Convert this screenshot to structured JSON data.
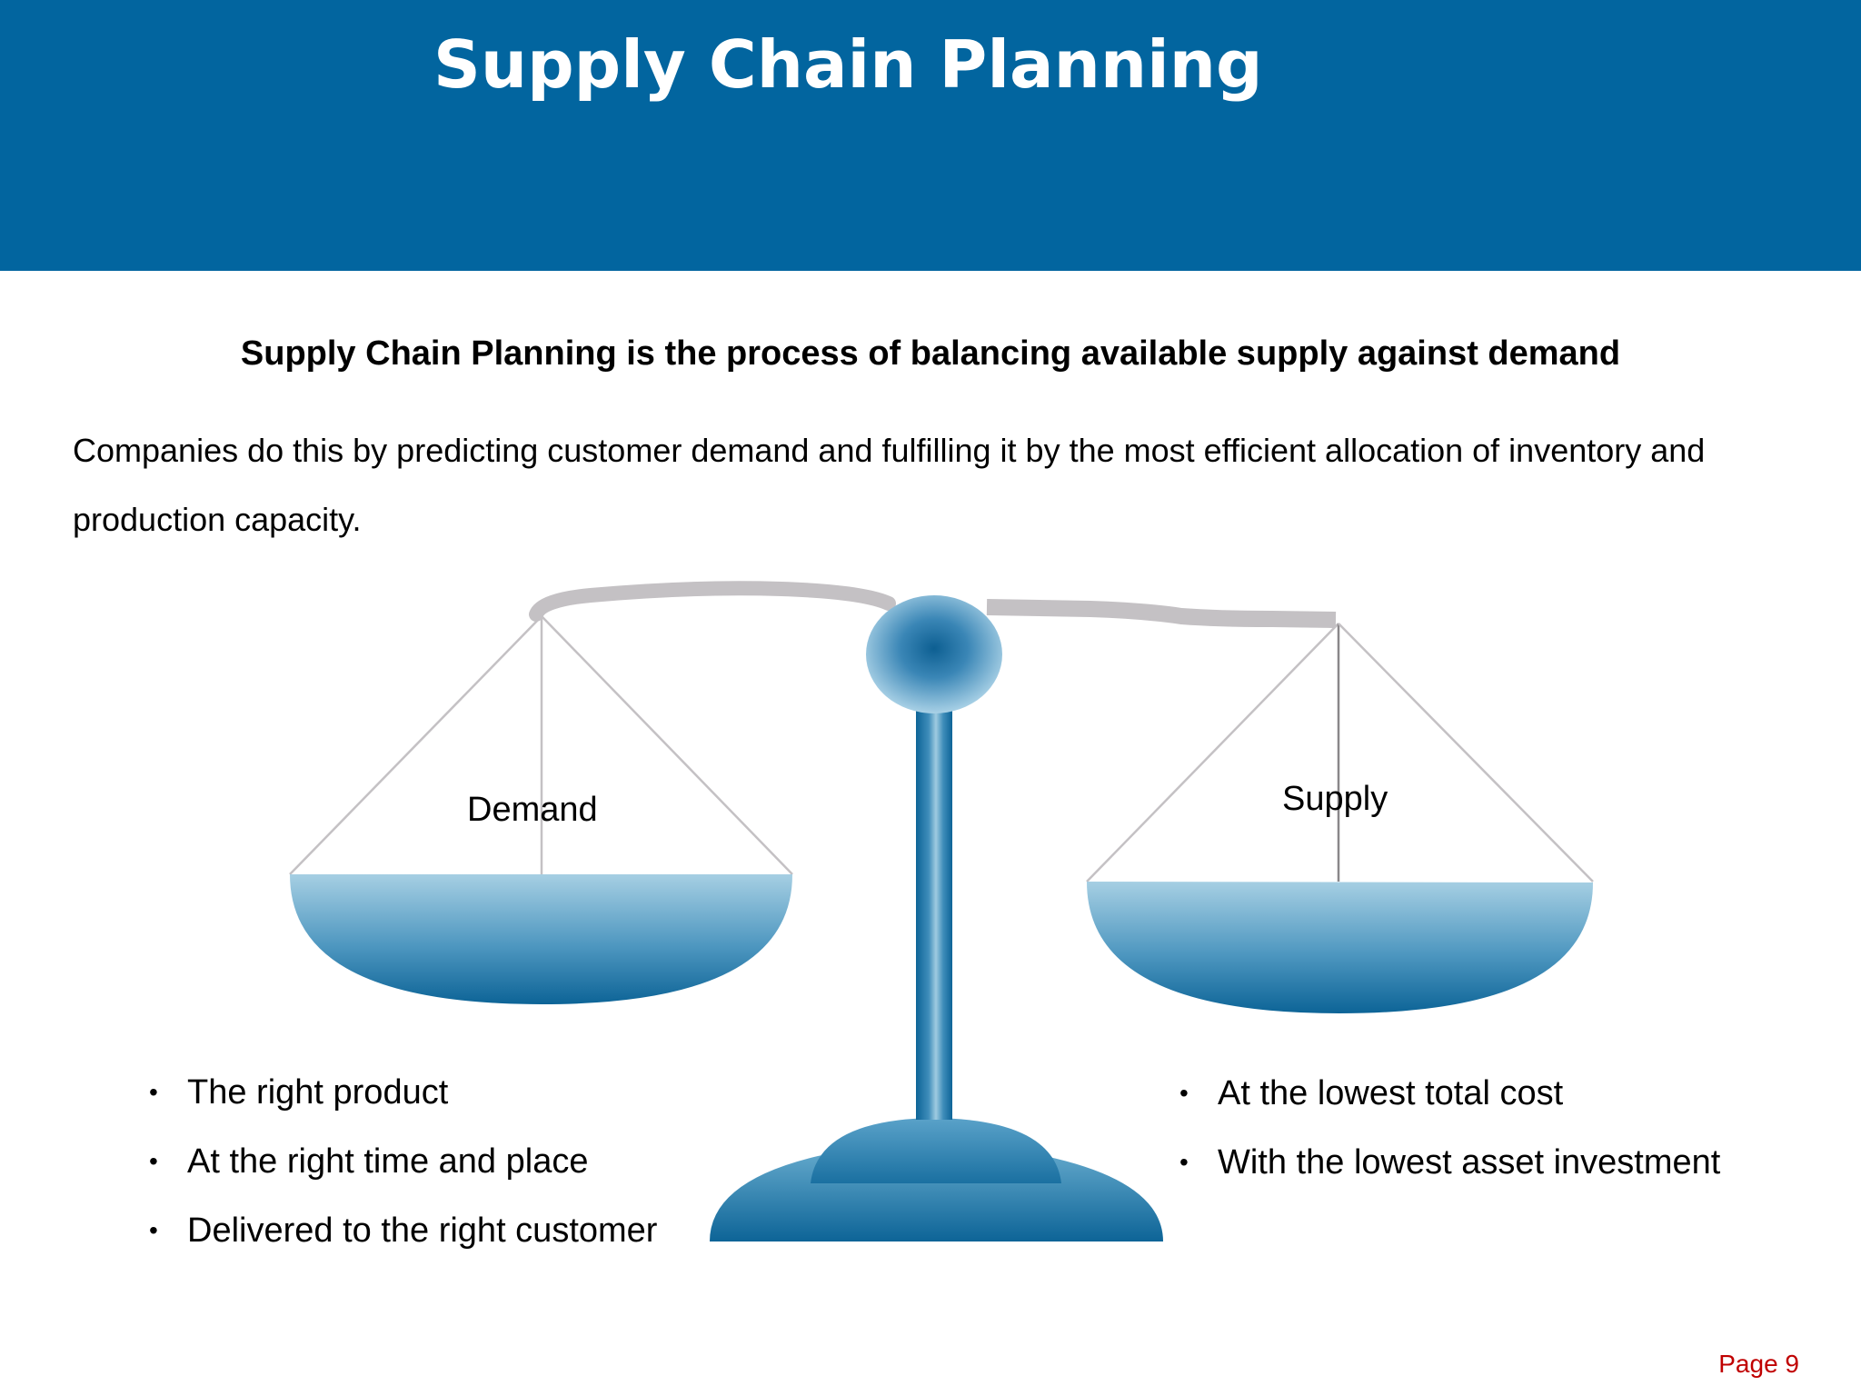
{
  "slide": {
    "title": "Supply Chain Planning",
    "subtitle": "Supply Chain Planning is the process of balancing available supply against demand",
    "body": "Companies do this by predicting customer demand and fulfilling it by the most efficient allocation of inventory and production capacity.",
    "page_label": "Page 9"
  },
  "scale": {
    "left_pan_label": "Demand",
    "right_pan_label": "Supply"
  },
  "demand_bullets": [
    "The right product",
    "At the right time and place",
    "Delivered to the right customer"
  ],
  "supply_bullets": [
    "At the lowest total cost",
    "With the lowest asset investment"
  ],
  "colors": {
    "header_blue": "#02659f",
    "scale_blue_dark": "#0f6a9c",
    "scale_blue_light": "#9fcbe0",
    "beam_gray": "#c4c1c4",
    "page_number_red": "#c00000"
  },
  "bullet_glyph": "•"
}
